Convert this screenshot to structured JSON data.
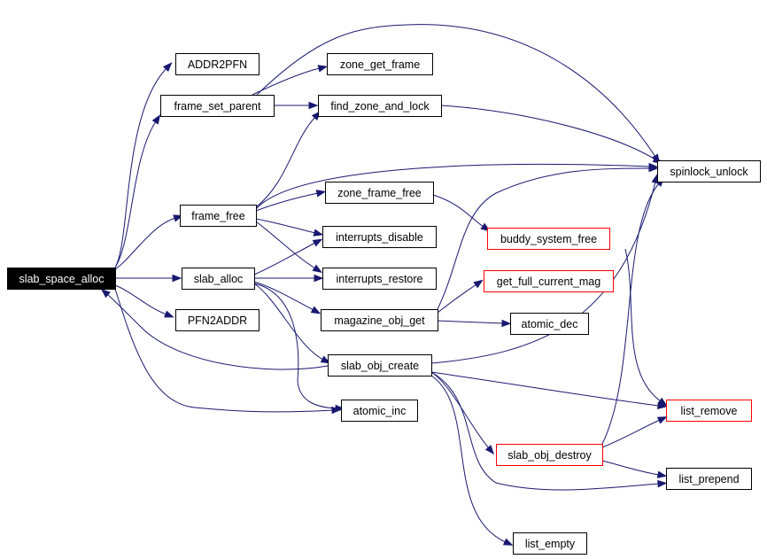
{
  "graph": {
    "edge_color": "#191970",
    "root_node": "slab_space_alloc",
    "nodes": [
      {
        "id": "slab_space_alloc",
        "label": "slab_space_alloc",
        "style": "root"
      },
      {
        "id": "ADDR2PFN",
        "label": "ADDR2PFN",
        "style": "normal"
      },
      {
        "id": "frame_set_parent",
        "label": "frame_set_parent",
        "style": "normal"
      },
      {
        "id": "frame_free",
        "label": "frame_free",
        "style": "normal"
      },
      {
        "id": "slab_alloc",
        "label": "slab_alloc",
        "style": "normal"
      },
      {
        "id": "PFN2ADDR",
        "label": "PFN2ADDR",
        "style": "normal"
      },
      {
        "id": "zone_get_frame",
        "label": "zone_get_frame",
        "style": "normal"
      },
      {
        "id": "find_zone_and_lock",
        "label": "find_zone_and_lock",
        "style": "normal"
      },
      {
        "id": "zone_frame_free",
        "label": "zone_frame_free",
        "style": "normal"
      },
      {
        "id": "interrupts_disable",
        "label": "interrupts_disable",
        "style": "normal"
      },
      {
        "id": "interrupts_restore",
        "label": "interrupts_restore",
        "style": "normal"
      },
      {
        "id": "magazine_obj_get",
        "label": "magazine_obj_get",
        "style": "normal"
      },
      {
        "id": "slab_obj_create",
        "label": "slab_obj_create",
        "style": "normal"
      },
      {
        "id": "atomic_inc",
        "label": "atomic_inc",
        "style": "normal"
      },
      {
        "id": "buddy_system_free",
        "label": "buddy_system_free",
        "style": "red"
      },
      {
        "id": "get_full_current_mag",
        "label": "get_full_current_mag",
        "style": "red"
      },
      {
        "id": "atomic_dec",
        "label": "atomic_dec",
        "style": "normal"
      },
      {
        "id": "slab_obj_destroy",
        "label": "slab_obj_destroy",
        "style": "red"
      },
      {
        "id": "list_empty",
        "label": "list_empty",
        "style": "normal"
      },
      {
        "id": "spinlock_unlock",
        "label": "spinlock_unlock",
        "style": "normal"
      },
      {
        "id": "list_remove",
        "label": "list_remove",
        "style": "red"
      },
      {
        "id": "list_prepend",
        "label": "list_prepend",
        "style": "normal"
      }
    ],
    "edges": [
      [
        "slab_space_alloc",
        "ADDR2PFN"
      ],
      [
        "slab_space_alloc",
        "frame_set_parent"
      ],
      [
        "slab_space_alloc",
        "frame_free"
      ],
      [
        "slab_space_alloc",
        "slab_alloc"
      ],
      [
        "slab_space_alloc",
        "PFN2ADDR"
      ],
      [
        "slab_space_alloc",
        "atomic_inc"
      ],
      [
        "slab_obj_create",
        "slab_space_alloc"
      ],
      [
        "frame_set_parent",
        "zone_get_frame"
      ],
      [
        "frame_set_parent",
        "find_zone_and_lock"
      ],
      [
        "frame_set_parent",
        "spinlock_unlock"
      ],
      [
        "find_zone_and_lock",
        "spinlock_unlock"
      ],
      [
        "frame_free",
        "find_zone_and_lock"
      ],
      [
        "frame_free",
        "zone_frame_free"
      ],
      [
        "frame_free",
        "interrupts_disable"
      ],
      [
        "frame_free",
        "interrupts_restore"
      ],
      [
        "frame_free",
        "spinlock_unlock"
      ],
      [
        "zone_frame_free",
        "buddy_system_free"
      ],
      [
        "buddy_system_free",
        "list_remove"
      ],
      [
        "slab_alloc",
        "interrupts_disable"
      ],
      [
        "slab_alloc",
        "interrupts_restore"
      ],
      [
        "slab_alloc",
        "magazine_obj_get"
      ],
      [
        "slab_alloc",
        "slab_obj_create"
      ],
      [
        "slab_alloc",
        "atomic_inc"
      ],
      [
        "magazine_obj_get",
        "get_full_current_mag"
      ],
      [
        "magazine_obj_get",
        "atomic_dec"
      ],
      [
        "magazine_obj_get",
        "spinlock_unlock"
      ],
      [
        "slab_obj_create",
        "spinlock_unlock"
      ],
      [
        "slab_obj_create",
        "list_remove"
      ],
      [
        "slab_obj_create",
        "slab_obj_destroy"
      ],
      [
        "slab_obj_create",
        "list_prepend"
      ],
      [
        "slab_obj_create",
        "list_empty"
      ],
      [
        "slab_obj_destroy",
        "spinlock_unlock"
      ],
      [
        "slab_obj_destroy",
        "list_remove"
      ],
      [
        "slab_obj_destroy",
        "list_prepend"
      ]
    ]
  }
}
